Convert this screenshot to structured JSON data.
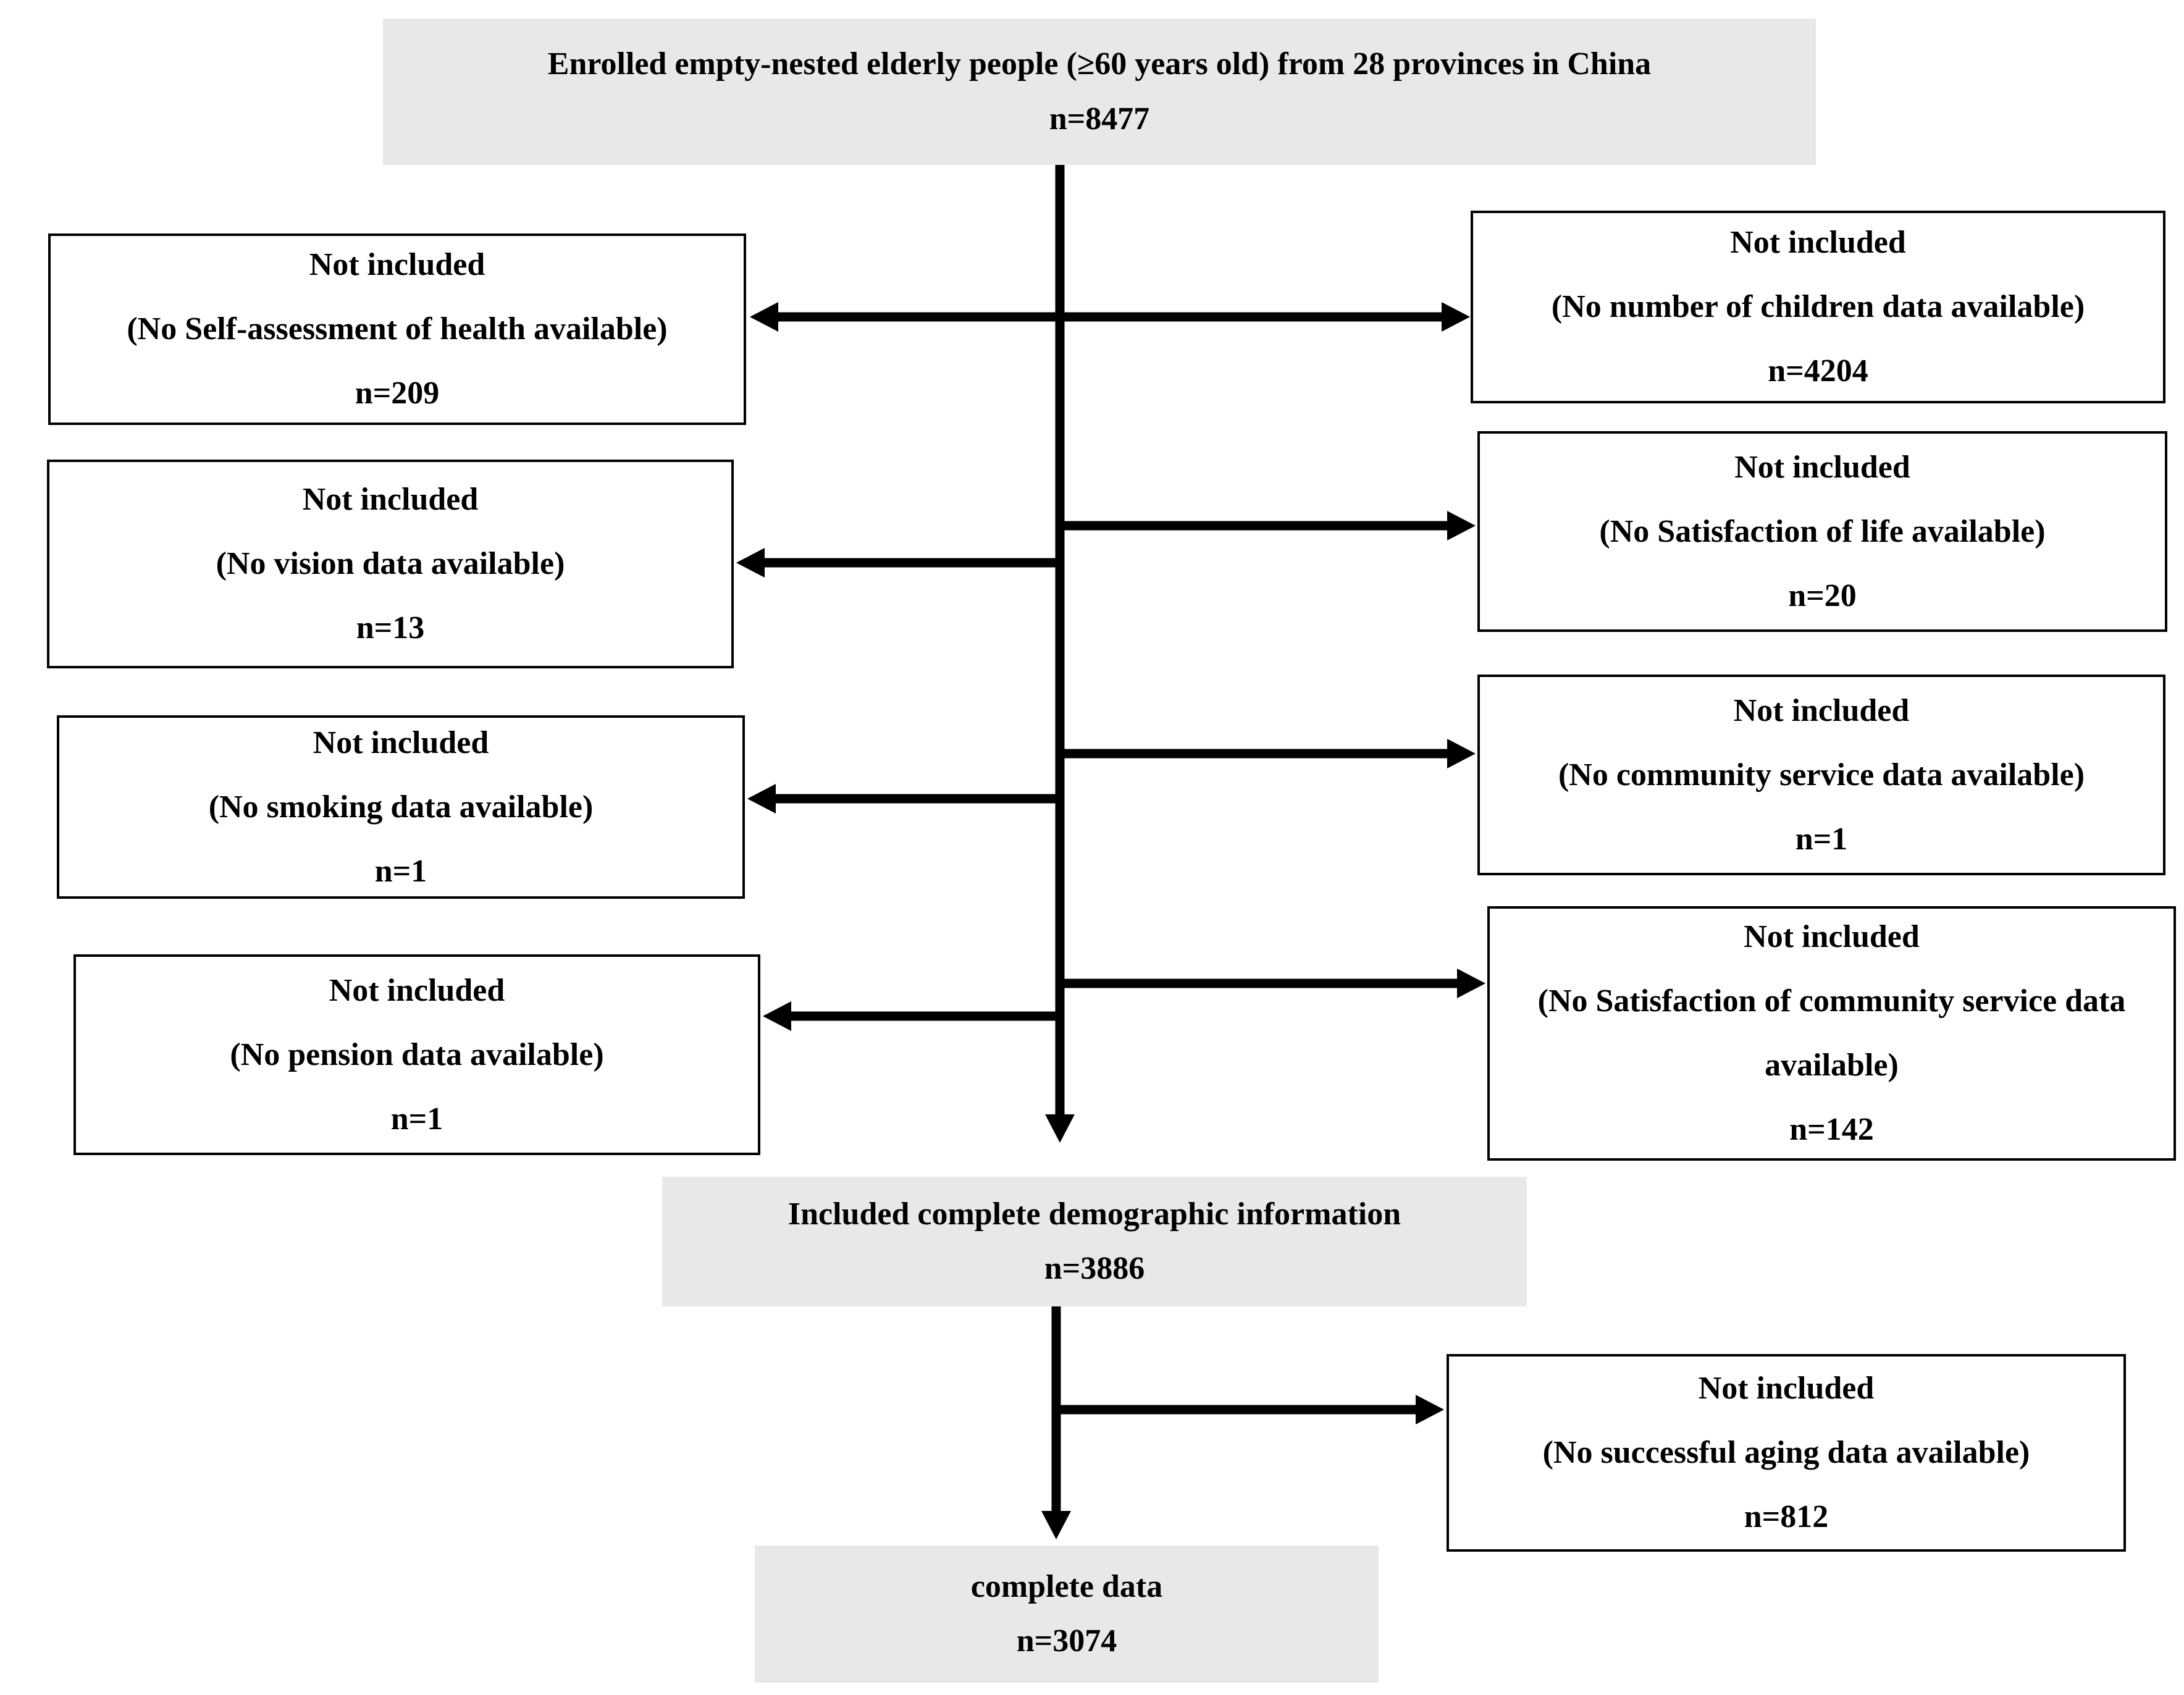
{
  "palette": {
    "page_background": "#ffffff",
    "milestone_box_fill": "#e8e8e8",
    "exclusion_box_fill": "#ffffff",
    "border_color": "#000000",
    "arrow_color": "#000000",
    "text_color": "#000000"
  },
  "flow": {
    "enrolled": {
      "text": "Enrolled empty-nested elderly people (≥60 years old) from 28 provinces in China",
      "n": "n=8477"
    },
    "left_excluded": [
      {
        "title": "Not included",
        "reason": "(No Self-assessment of health available)",
        "n": "n=209"
      },
      {
        "title": "Not included",
        "reason": "(No vision data available)",
        "n": "n=13"
      },
      {
        "title": "Not included",
        "reason": "(No smoking data available)",
        "n": "n=1"
      },
      {
        "title": "Not included",
        "reason": "(No pension data available)",
        "n": "n=1"
      }
    ],
    "right_excluded": [
      {
        "title": "Not included",
        "reason": "(No number of children data available)",
        "n": "n=4204"
      },
      {
        "title": "Not included",
        "reason": "(No Satisfaction of life available)",
        "n": "n=20"
      },
      {
        "title": "Not included",
        "reason": "(No community service data available)",
        "n": "n=1"
      },
      {
        "title": "Not included",
        "reason": "(No Satisfaction of community service data available)",
        "n": "n=142"
      }
    ],
    "included": {
      "text": "Included complete demographic information",
      "n": "n=3886"
    },
    "aging_excluded": {
      "title": "Not included",
      "reason": "(No successful aging data available)",
      "n": "n=812"
    },
    "complete": {
      "text": "complete data",
      "n": "n=3074"
    }
  }
}
